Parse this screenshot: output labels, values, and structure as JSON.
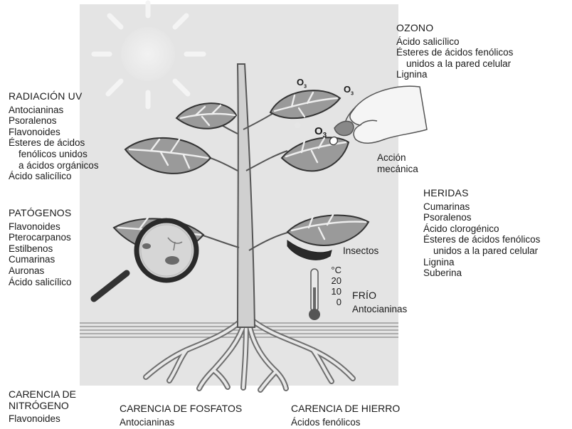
{
  "ozono": {
    "title": "OZONO",
    "items": [
      "Ácido salicílico",
      "Ésteres de ácidos fenólicos",
      "  unidos a la pared celular",
      "Lignina"
    ]
  },
  "radiacion_uv": {
    "title": "RADIACIÓN UV",
    "items": [
      "Antocianinas",
      "Psoralenos",
      "Flavonoides",
      "Ésteres de ácidos",
      "  fenólicos unidos",
      "  a ácidos orgánicos",
      "Ácido salicílico"
    ]
  },
  "patogenos": {
    "title": "PATÓGENOS",
    "items": [
      "Flavonoides",
      "Pterocarpanos",
      "Estilbenos",
      "Cumarinas",
      "Auronas",
      "Ácido salicílico"
    ]
  },
  "heridas": {
    "title": "HERIDAS",
    "items": [
      "Cumarinas",
      "Psoralenos",
      "Ácido clorogénico",
      "Ésteres de ácidos fenólicos",
      "  unidos a la pared celular",
      "Lignina",
      "Suberina"
    ]
  },
  "frio": {
    "title": "FRÍO",
    "items": [
      "Antocianinas"
    ]
  },
  "accion_mecanica": [
    "Acción",
    "mecánica"
  ],
  "insectos": "Insectos",
  "ozone_marks": {
    "o_letter": "O",
    "sub": "3"
  },
  "thermometer": {
    "unit": "°C",
    "ticks": [
      "20",
      "10",
      "0"
    ]
  },
  "carencia_nitrogeno": {
    "title_lines": [
      "CARENCIA DE",
      "NITRÓGENO"
    ],
    "items": [
      "Flavonoides"
    ]
  },
  "carencia_fosfatos": {
    "title": "CARENCIA DE FOSFATOS",
    "items": [
      "Antocianinas"
    ]
  },
  "carencia_hierro": {
    "title": "CARENCIA DE HIERRO",
    "items": [
      "Ácidos fenólicos"
    ]
  }
}
